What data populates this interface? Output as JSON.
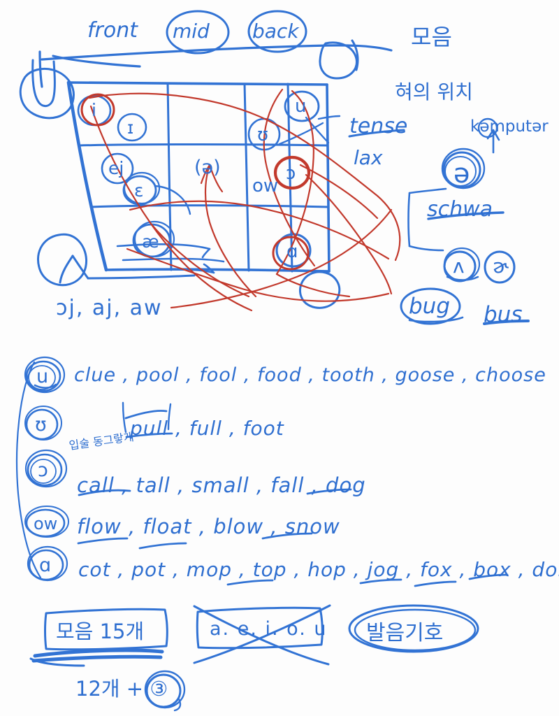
{
  "page": {
    "kind": "handwritten-notes",
    "ink_blue": "#3273d4",
    "ink_blue_dark": "#2a62bd",
    "ink_red": "#c2392c",
    "background": "#fdfdfd"
  },
  "chart": {
    "title_korean": "모음",
    "subtitle_korean": "혀의 위치",
    "column_headers": [
      "front",
      "mid",
      "back"
    ],
    "circled_headers": [
      "mid",
      "back"
    ],
    "tense_label": "tense",
    "lax_label": "lax",
    "cells": [
      {
        "symbol": "i",
        "row": 1,
        "col": "front",
        "circled": true,
        "circle_color": "red"
      },
      {
        "symbol": "ɪ",
        "row": 1,
        "col": "front",
        "circled": true,
        "circle_color": "blue"
      },
      {
        "symbol": "u",
        "row": 1,
        "col": "back",
        "circled": true,
        "circle_color": "blue"
      },
      {
        "symbol": "ʊ",
        "row": 1,
        "col": "back",
        "circled": true,
        "circle_color": "blue"
      },
      {
        "symbol": "ej",
        "row": 2,
        "col": "front",
        "circled": true,
        "circle_color": "blue"
      },
      {
        "symbol": "ɛ",
        "row": 2,
        "col": "front",
        "circled": true,
        "circle_color": "blue"
      },
      {
        "symbol": "(ə)",
        "row": 2,
        "col": "mid",
        "circled": false,
        "circle_color": "none"
      },
      {
        "symbol": "ow",
        "row": 2,
        "col": "back",
        "circled": false,
        "circle_color": "none"
      },
      {
        "symbol": "ɔ",
        "row": 2,
        "col": "back",
        "circled": true,
        "circle_color": "red"
      },
      {
        "symbol": "æ",
        "row": 3,
        "col": "front",
        "circled": true,
        "circle_color": "blue"
      },
      {
        "symbol": "ɑ",
        "row": 3,
        "col": "back",
        "circled": true,
        "circle_color": "red"
      }
    ],
    "diphthongs": "ɔj, aj, aw"
  },
  "schwa": {
    "symbol": "ə",
    "label": "schwa",
    "example_transcription": "kəmputər",
    "related_symbols": [
      "ʌ",
      "ɚ"
    ],
    "example_words": [
      "bug",
      "bus"
    ]
  },
  "word_lists": [
    {
      "symbol": "u",
      "words": [
        "clue",
        "pool",
        "fool",
        "food",
        "tooth",
        "goose",
        "choose"
      ]
    },
    {
      "symbol": "ʊ",
      "words": [
        "pull",
        "full",
        "foot"
      ],
      "note_korean": "입술 동그랗게"
    },
    {
      "symbol": "ɔ",
      "words": [
        "call",
        "tall",
        "small",
        "fall",
        "dog"
      ]
    },
    {
      "symbol": "ow",
      "words": [
        "flow",
        "float",
        "blow",
        "snow"
      ]
    },
    {
      "symbol": "ɑ",
      "words": [
        "cot",
        "pot",
        "mop",
        "top",
        "hop",
        "jog",
        "fox",
        "box",
        "doll"
      ]
    }
  ],
  "footer": {
    "box_left": "모음 15개",
    "box_left_sub": "12개 + ③",
    "box_middle": "a. e. i. o. u",
    "box_middle_struck": "true",
    "ellipse_right": "발음기호"
  }
}
